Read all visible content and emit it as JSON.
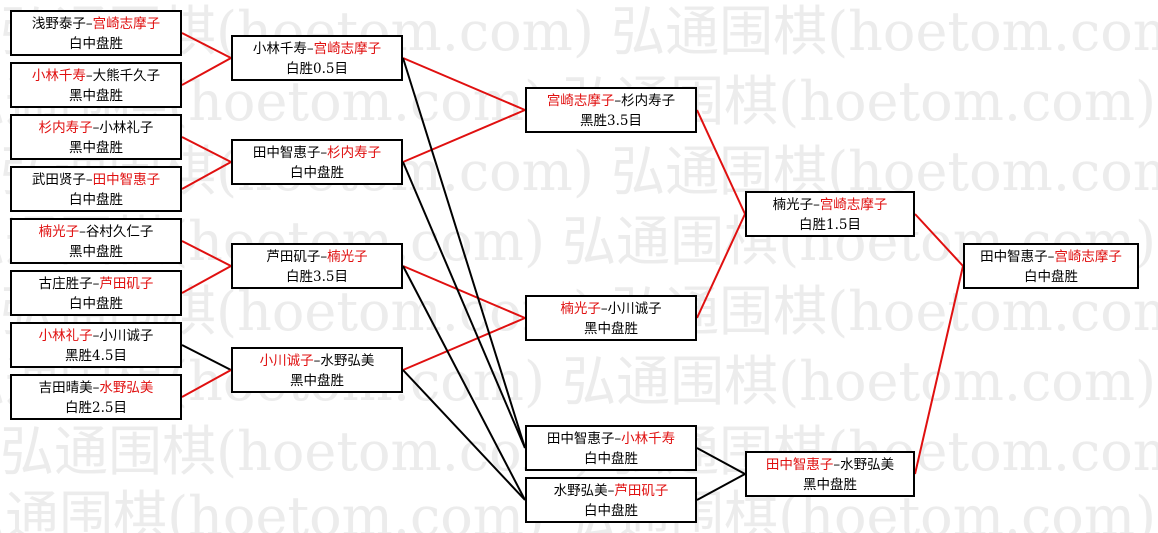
{
  "watermark": "弘通围棋(hoetom.com)",
  "colors": {
    "winner": "#e01010",
    "loser_line": "#000000",
    "winner_line": "#e01010"
  },
  "matches": [
    {
      "id": "r1m1",
      "round": 1,
      "players": [
        {
          "name": "浅野泰子",
          "winner": false
        },
        {
          "name": "宫崎志摩子",
          "winner": true
        }
      ],
      "result": "白中盘胜"
    },
    {
      "id": "r1m2",
      "round": 1,
      "players": [
        {
          "name": "小林千寿",
          "winner": true
        },
        {
          "name": "大熊千久子",
          "winner": false
        }
      ],
      "result": "黑中盘胜"
    },
    {
      "id": "r1m3",
      "round": 1,
      "players": [
        {
          "name": "杉内寿子",
          "winner": true
        },
        {
          "name": "小林礼子",
          "winner": false
        }
      ],
      "result": "黑中盘胜"
    },
    {
      "id": "r1m4",
      "round": 1,
      "players": [
        {
          "name": "武田贤子",
          "winner": false
        },
        {
          "name": "田中智惠子",
          "winner": true
        }
      ],
      "result": "白中盘胜"
    },
    {
      "id": "r1m5",
      "round": 1,
      "players": [
        {
          "name": "楠光子",
          "winner": true
        },
        {
          "name": "谷村久仁子",
          "winner": false
        }
      ],
      "result": "黑中盘胜"
    },
    {
      "id": "r1m6",
      "round": 1,
      "players": [
        {
          "name": "古庄胜子",
          "winner": false
        },
        {
          "name": "芦田矶子",
          "winner": true
        }
      ],
      "result": "白中盘胜"
    },
    {
      "id": "r1m7",
      "round": 1,
      "players": [
        {
          "name": "小林礼子",
          "winner": true
        },
        {
          "name": "小川诚子",
          "winner": false
        }
      ],
      "result": "黑胜4.5目"
    },
    {
      "id": "r1m8",
      "round": 1,
      "players": [
        {
          "name": "吉田晴美",
          "winner": false
        },
        {
          "name": "水野弘美",
          "winner": true
        }
      ],
      "result": "白胜2.5目"
    },
    {
      "id": "r2m1",
      "round": 2,
      "players": [
        {
          "name": "小林千寿",
          "winner": false
        },
        {
          "name": "宫崎志摩子",
          "winner": true
        }
      ],
      "result": "白胜0.5目"
    },
    {
      "id": "r2m2",
      "round": 2,
      "players": [
        {
          "name": "田中智惠子",
          "winner": false
        },
        {
          "name": "杉内寿子",
          "winner": true
        }
      ],
      "result": "白中盘胜"
    },
    {
      "id": "r2m3",
      "round": 2,
      "players": [
        {
          "name": "芦田矶子",
          "winner": false
        },
        {
          "name": "楠光子",
          "winner": true
        }
      ],
      "result": "白胜3.5目"
    },
    {
      "id": "r2m4",
      "round": 2,
      "players": [
        {
          "name": "小川诚子",
          "winner": true
        },
        {
          "name": "水野弘美",
          "winner": false
        }
      ],
      "result": "黑中盘胜"
    },
    {
      "id": "r3m1",
      "round": 3,
      "players": [
        {
          "name": "宫崎志摩子",
          "winner": true
        },
        {
          "name": "杉内寿子",
          "winner": false
        }
      ],
      "result": "黑胜3.5目"
    },
    {
      "id": "r3m2",
      "round": 3,
      "players": [
        {
          "name": "楠光子",
          "winner": true
        },
        {
          "name": "小川诚子",
          "winner": false
        }
      ],
      "result": "黑中盘胜"
    },
    {
      "id": "r3m3",
      "round": 3,
      "players": [
        {
          "name": "田中智惠子",
          "winner": false
        },
        {
          "name": "小林千寿",
          "winner": true
        }
      ],
      "result": "白中盘胜"
    },
    {
      "id": "r3m4",
      "round": 3,
      "players": [
        {
          "name": "水野弘美",
          "winner": false
        },
        {
          "name": "芦田矶子",
          "winner": true
        }
      ],
      "result": "白中盘胜"
    },
    {
      "id": "r4m1",
      "round": 4,
      "players": [
        {
          "name": "楠光子",
          "winner": false
        },
        {
          "name": "宫崎志摩子",
          "winner": true
        }
      ],
      "result": "白胜1.5目"
    },
    {
      "id": "r4m2",
      "round": 4,
      "players": [
        {
          "name": "田中智惠子",
          "winner": true
        },
        {
          "name": "水野弘美",
          "winner": false
        }
      ],
      "result": "黑中盘胜"
    },
    {
      "id": "r5m1",
      "round": 5,
      "players": [
        {
          "name": "田中智惠子",
          "winner": false
        },
        {
          "name": "宫崎志摩子",
          "winner": true
        }
      ],
      "result": "白中盘胜"
    }
  ],
  "connections": [
    {
      "from": "r1m1",
      "to": "r2m1",
      "winner": true
    },
    {
      "from": "r1m2",
      "to": "r2m1",
      "winner": true
    },
    {
      "from": "r1m3",
      "to": "r2m2",
      "winner": true
    },
    {
      "from": "r1m4",
      "to": "r2m2",
      "winner": true
    },
    {
      "from": "r1m5",
      "to": "r2m3",
      "winner": true
    },
    {
      "from": "r1m6",
      "to": "r2m3",
      "winner": true
    },
    {
      "from": "r1m7",
      "to": "r2m4",
      "winner": false
    },
    {
      "from": "r1m8",
      "to": "r2m4",
      "winner": true
    },
    {
      "from": "r2m1",
      "to": "r3m1",
      "winner": true
    },
    {
      "from": "r2m2",
      "to": "r3m1",
      "winner": true
    },
    {
      "from": "r2m3",
      "to": "r3m2",
      "winner": true
    },
    {
      "from": "r2m4",
      "to": "r3m2",
      "winner": true
    },
    {
      "from": "r2m1",
      "to": "r3m3",
      "winner": false
    },
    {
      "from": "r2m2",
      "to": "r3m3",
      "winner": false
    },
    {
      "from": "r2m3",
      "to": "r3m4",
      "winner": false
    },
    {
      "from": "r2m4",
      "to": "r3m4",
      "winner": false
    },
    {
      "from": "r3m1",
      "to": "r4m1",
      "winner": true
    },
    {
      "from": "r3m2",
      "to": "r4m1",
      "winner": true
    },
    {
      "from": "r3m3",
      "to": "r4m2",
      "winner": false
    },
    {
      "from": "r3m4",
      "to": "r4m2",
      "winner": false
    },
    {
      "from": "r4m1",
      "to": "r5m1",
      "winner": true
    },
    {
      "from": "r4m2",
      "to": "r5m1",
      "winner": true
    }
  ]
}
